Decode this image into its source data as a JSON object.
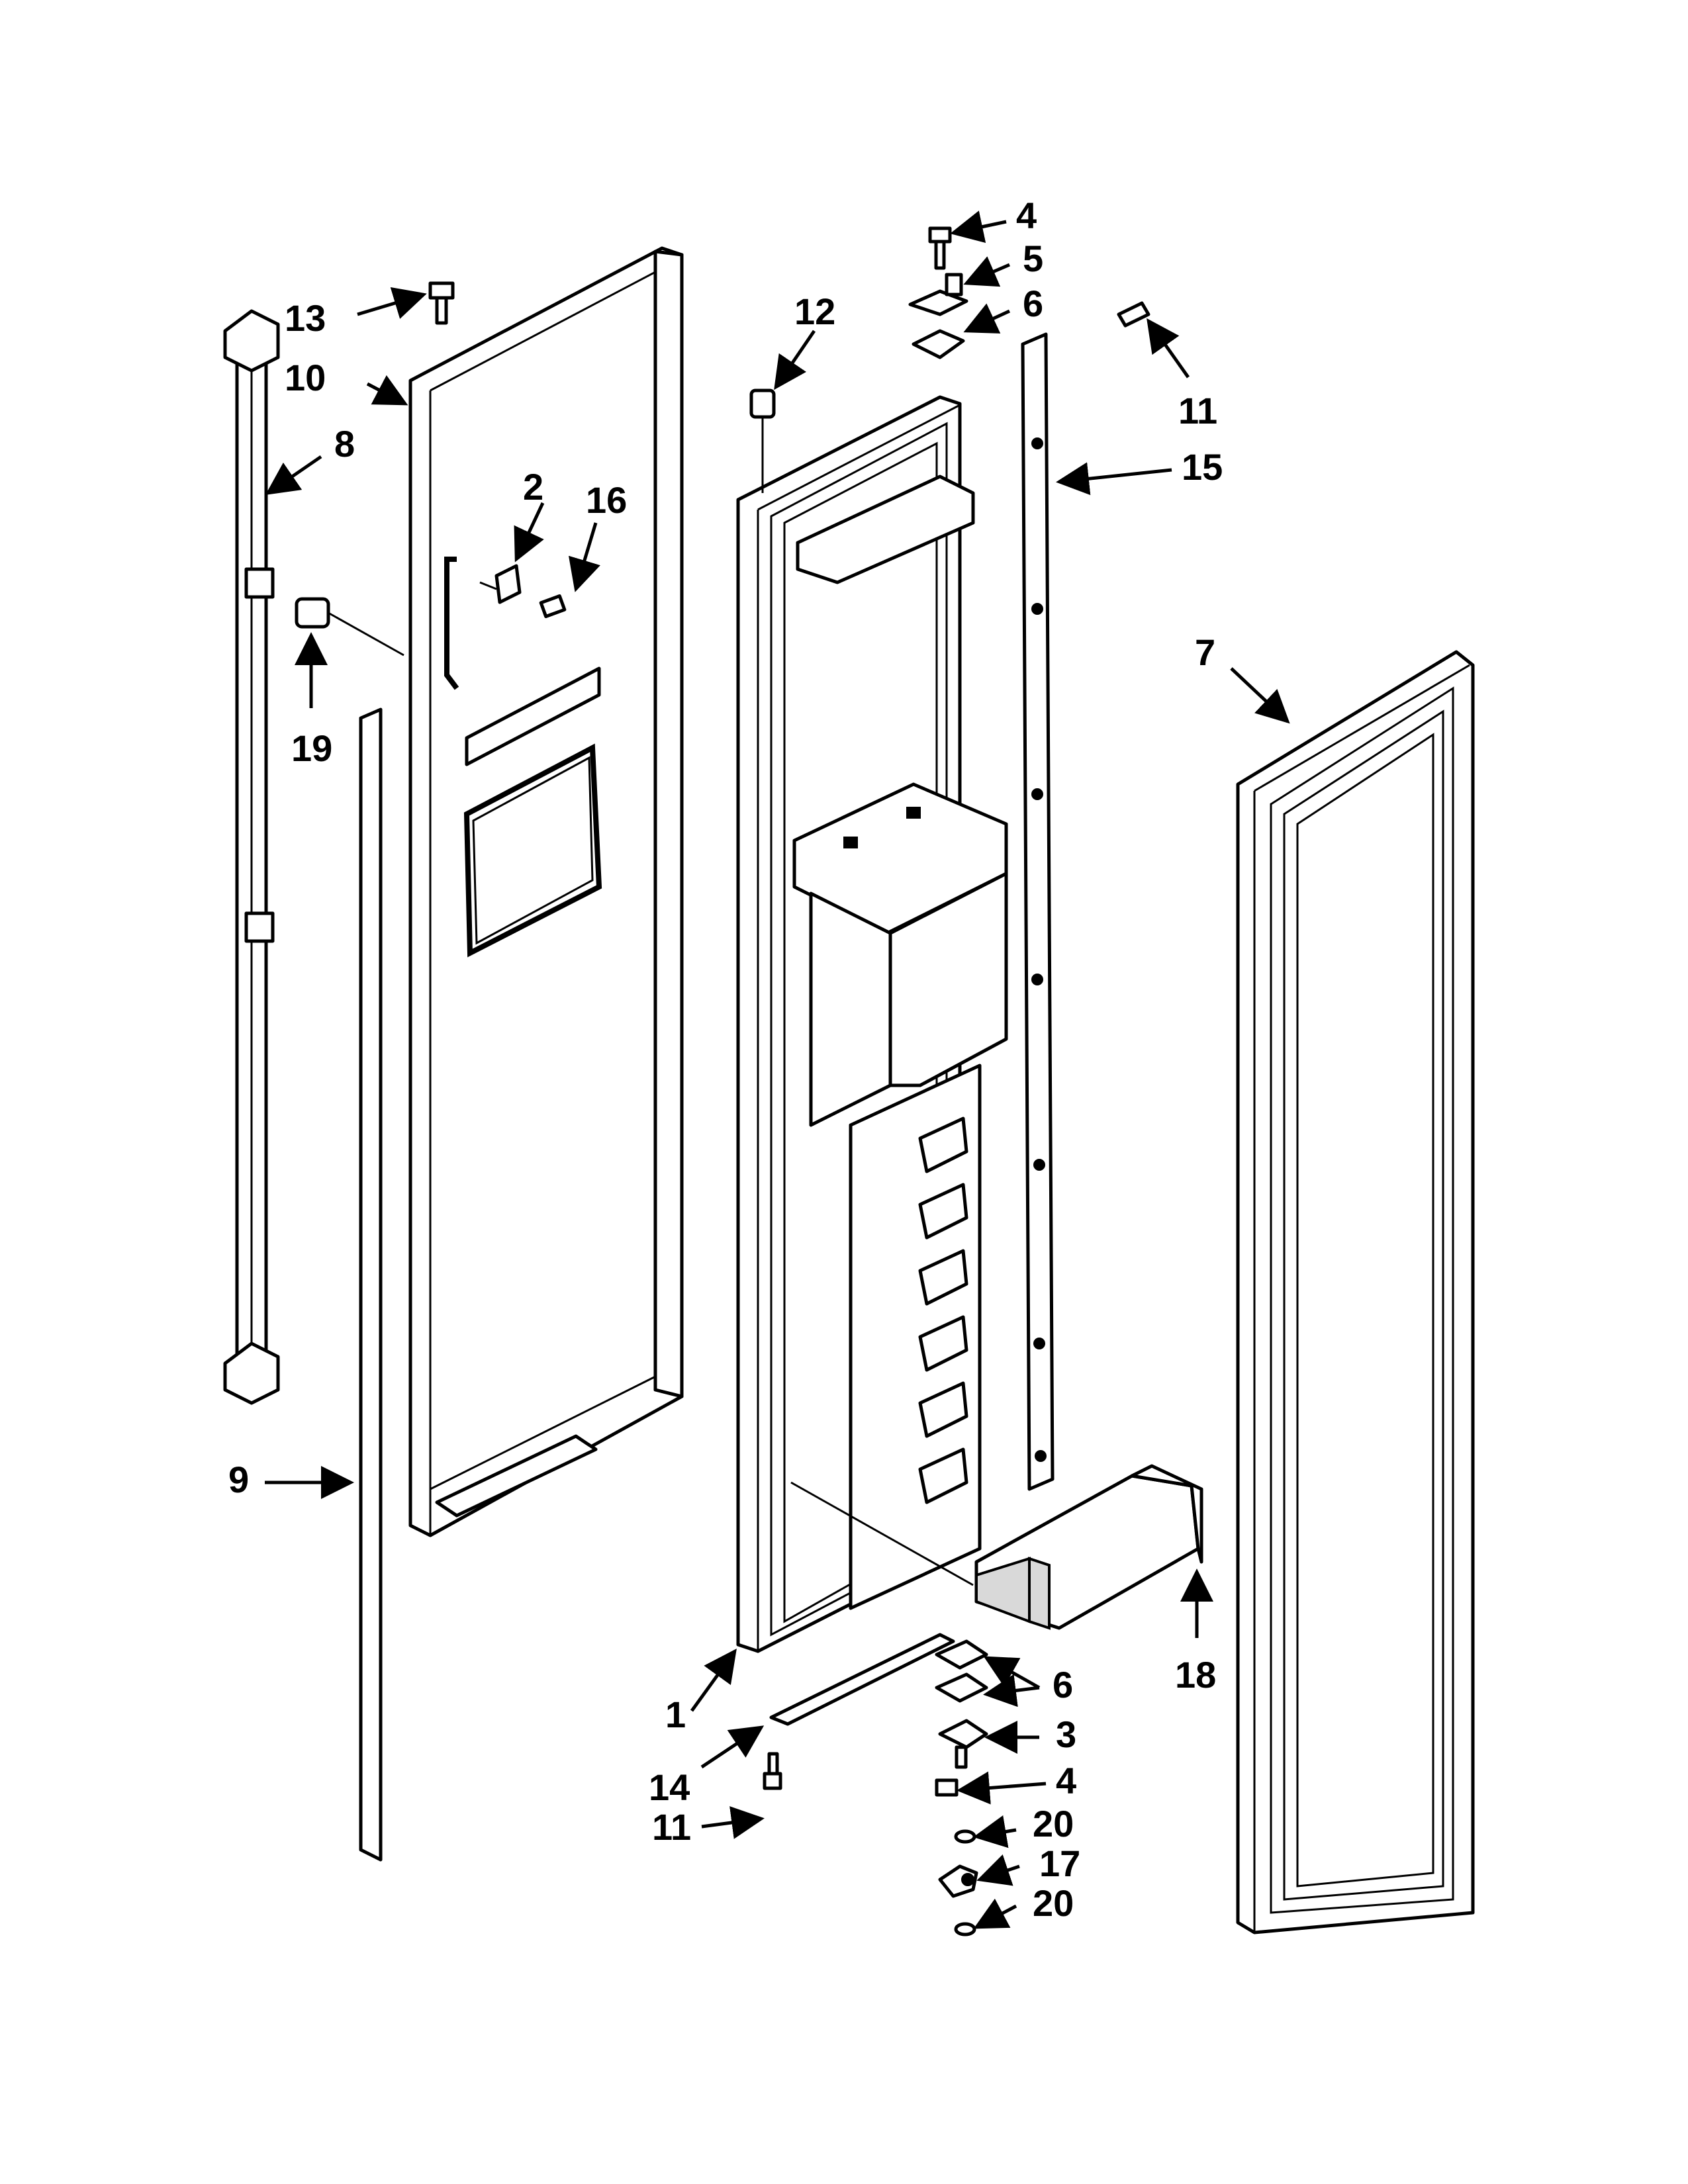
{
  "diagram": {
    "callouts": [
      {
        "id": "c4a",
        "label": "4"
      },
      {
        "id": "c5",
        "label": "5"
      },
      {
        "id": "c6a",
        "label": "6"
      },
      {
        "id": "c12",
        "label": "12"
      },
      {
        "id": "c11a",
        "label": "11"
      },
      {
        "id": "c13",
        "label": "13"
      },
      {
        "id": "c10",
        "label": "10"
      },
      {
        "id": "c8",
        "label": "8"
      },
      {
        "id": "c15",
        "label": "15"
      },
      {
        "id": "c2",
        "label": "2"
      },
      {
        "id": "c16",
        "label": "16"
      },
      {
        "id": "c19",
        "label": "19"
      },
      {
        "id": "c7",
        "label": "7"
      },
      {
        "id": "c9",
        "label": "9"
      },
      {
        "id": "c18",
        "label": "18"
      },
      {
        "id": "c1",
        "label": "1"
      },
      {
        "id": "c6b",
        "label": "6"
      },
      {
        "id": "c3",
        "label": "3"
      },
      {
        "id": "c14",
        "label": "14"
      },
      {
        "id": "c4b",
        "label": "4"
      },
      {
        "id": "c11b",
        "label": "11"
      },
      {
        "id": "c20a",
        "label": "20"
      },
      {
        "id": "c17",
        "label": "17"
      },
      {
        "id": "c20b",
        "label": "20"
      }
    ]
  }
}
